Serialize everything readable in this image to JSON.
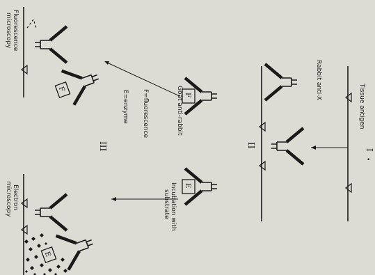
{
  "stages": {
    "i": "I",
    "ii": "II",
    "iii": "III"
  },
  "labels": {
    "tissue_antigen": "Tissue antigen",
    "rabbit_anti_x": "Rabbit anti-X",
    "goat_anti_rabbit": "Goat anti-rabbit",
    "f_fluorescence": "F=fluorescence",
    "e_enzyme": "E=enzyme",
    "incubation_line1": "Incubation with",
    "incubation_line2": "substrate",
    "fluorescence_line1": "Fluorescence",
    "fluorescence_line2": "microscopy",
    "electron_line1": "Electron",
    "electron_line2": "microscopy"
  },
  "markers": {
    "fluorescence": "F",
    "enzyme": "E"
  },
  "colors": {
    "paper": "#dcdcd4",
    "ink": "#1a1a1a"
  }
}
